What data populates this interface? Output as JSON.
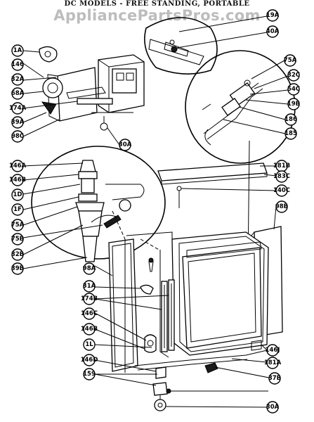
{
  "header": {
    "title": "DC MODELS - FREE STANDING, PORTABLE",
    "watermark": "AppliancePartsPros.com"
  },
  "callouts": {
    "c19a": "19A",
    "c40a": "40A",
    "c1a": "1A",
    "c146": "146",
    "c32a": "32A",
    "c68a": "68A",
    "c174a": "174A",
    "c39a": "39A",
    "c98c": "98C",
    "c30a_top": "30A",
    "c75a": "75A",
    "c32c": "32C",
    "c54c": "54C",
    "c19b": "19B",
    "c186": "186",
    "c185": "185",
    "c146a": "146A",
    "c146b_left": "146B",
    "c1d": "1D",
    "c1f": "1F",
    "c75a_left": "75A",
    "c75b": "75B",
    "c32b": "32B",
    "c39b": "39B",
    "c181b": "181B",
    "c183c": "183C",
    "c140c": "140C",
    "c98b": "98B",
    "c98a": "98A",
    "c31a": "31A",
    "c174b": "174B",
    "c146c": "146C",
    "c146b_mid": "146B",
    "c1l": "1L",
    "c146d": "146D",
    "c159": "159",
    "c146j": "146J",
    "c181a": "181A",
    "c37b": "37B",
    "c30a_bottom": "30A"
  }
}
